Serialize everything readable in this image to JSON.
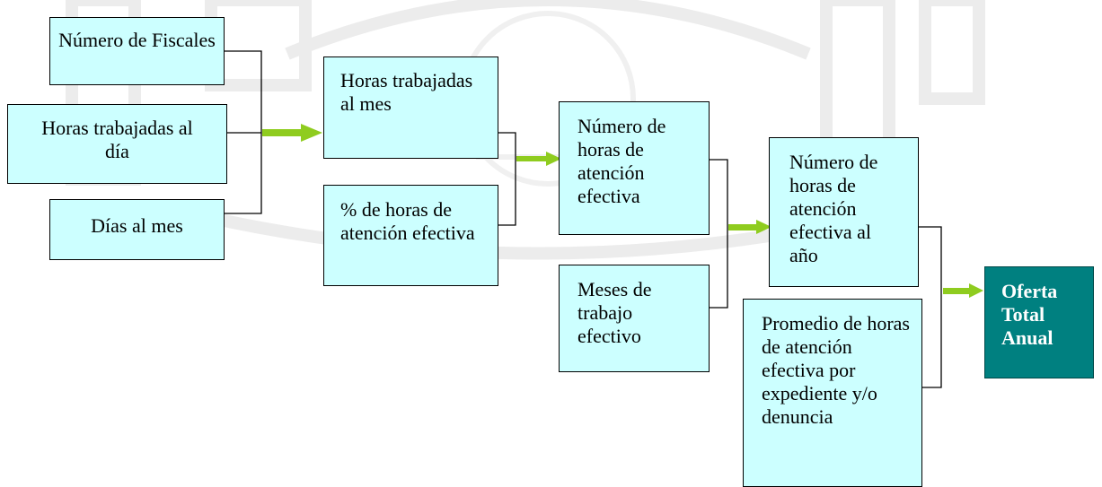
{
  "colors": {
    "box_fill": "#ccffff",
    "box_border": "#000000",
    "arrow": "#8fcc1f",
    "final_fill": "#008080",
    "final_text": "#ffffff"
  },
  "boxes": {
    "numero_fiscales": "Número de Fiscales",
    "horas_dia": "Horas trabajadas al día",
    "dias_mes": "Días al mes",
    "horas_mes": "Horas trabajadas al mes",
    "pct_atencion": "% de horas de atención efectiva",
    "horas_atencion": "Número de horas de atención efectiva",
    "meses_trabajo": "Meses de trabajo efectivo",
    "horas_anio": "Número de horas de atención efectiva al año",
    "promedio": "Promedio de horas de atención efectiva por expediente y/o denuncia",
    "oferta": "Oferta Total Anual"
  }
}
